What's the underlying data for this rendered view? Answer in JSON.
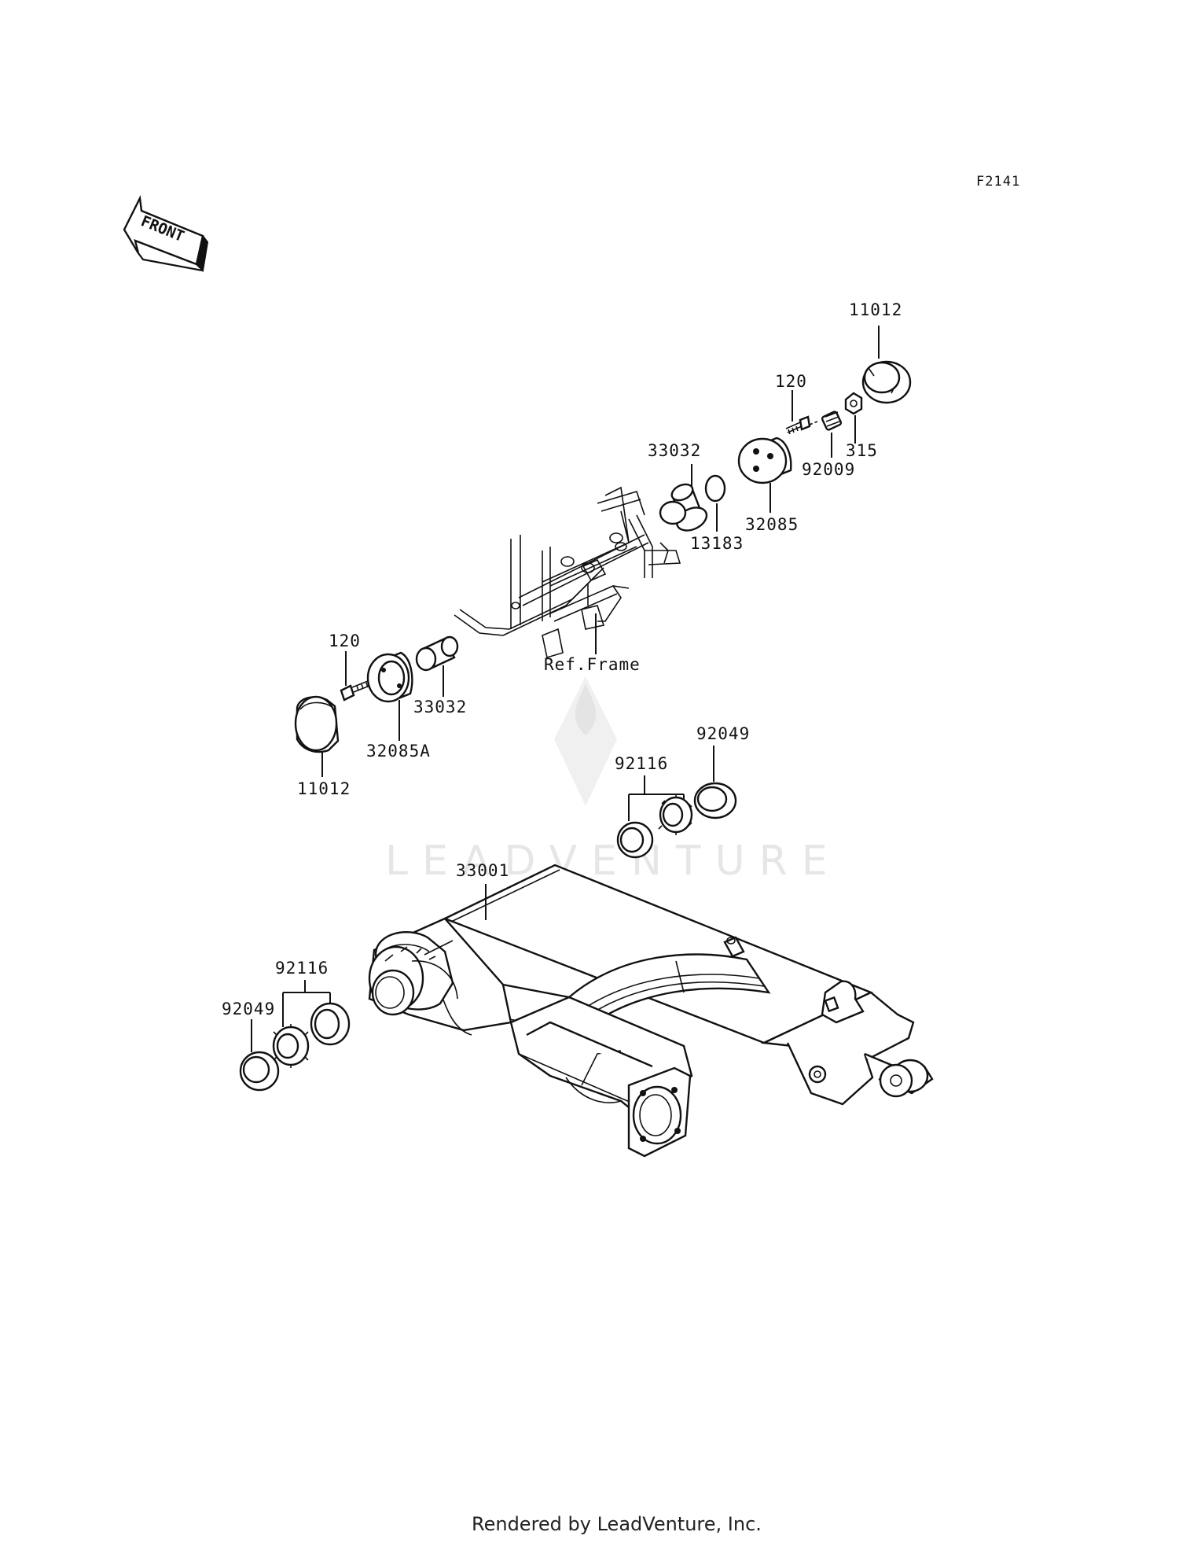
{
  "figure_code": "F2141",
  "front_arrow_label": "FRONT",
  "watermark": "LEADVENTURE",
  "footer": "Rendered by LeadVenture, Inc.",
  "part_labels": {
    "p11012_top": "11012",
    "p120_top": "120",
    "p315": "315",
    "p92009": "92009",
    "p33032_top": "33032",
    "p13183": "13183",
    "p32085": "32085",
    "ref_frame": "Ref.Frame",
    "p120_left": "120",
    "p33032_left": "33032",
    "p32085A": "32085A",
    "p11012_left": "11012",
    "p92049_right": "92049",
    "p92116_right": "92116",
    "p33001": "33001",
    "p92116_left": "92116",
    "p92049_left": "92049"
  }
}
